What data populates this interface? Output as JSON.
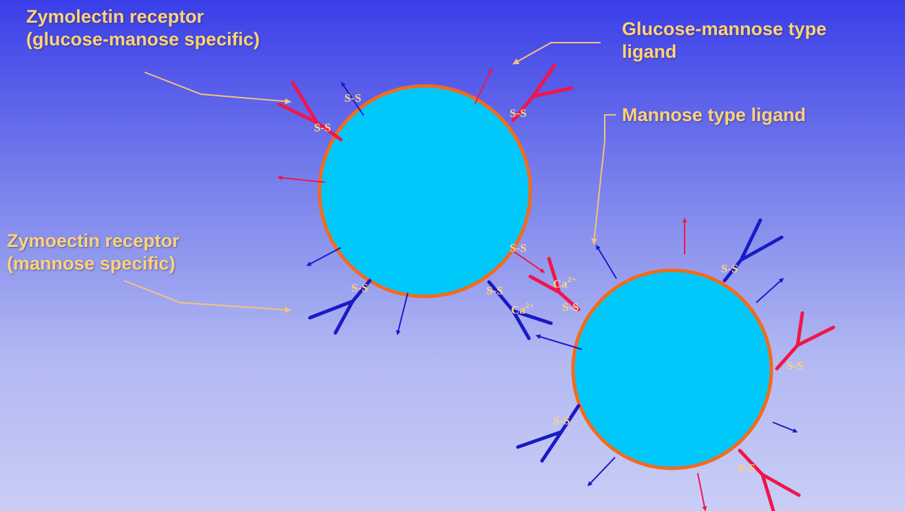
{
  "labels": {
    "zymolectin": [
      "Zymolectin receptor",
      "(glucose-manose specific)"
    ],
    "glucose_mannose": [
      "Glucose-mannose type",
      "ligand"
    ],
    "mannose_ligand": "Mannose type ligand",
    "zymoectin": [
      "Zymoectin receptor",
      "(mannose specific)"
    ]
  },
  "bond_label": "S-S",
  "calcium": {
    "base": "Ca",
    "sup": "2+"
  },
  "colors": {
    "cell_fill": "#00c8fb",
    "cell_outline": "#f26b1d",
    "glucose_mannose_receptor": "#f0164a",
    "mannose_receptor": "#1a1ac8",
    "label_text": "#ffd27a",
    "callout_line": "#f7c27a"
  }
}
